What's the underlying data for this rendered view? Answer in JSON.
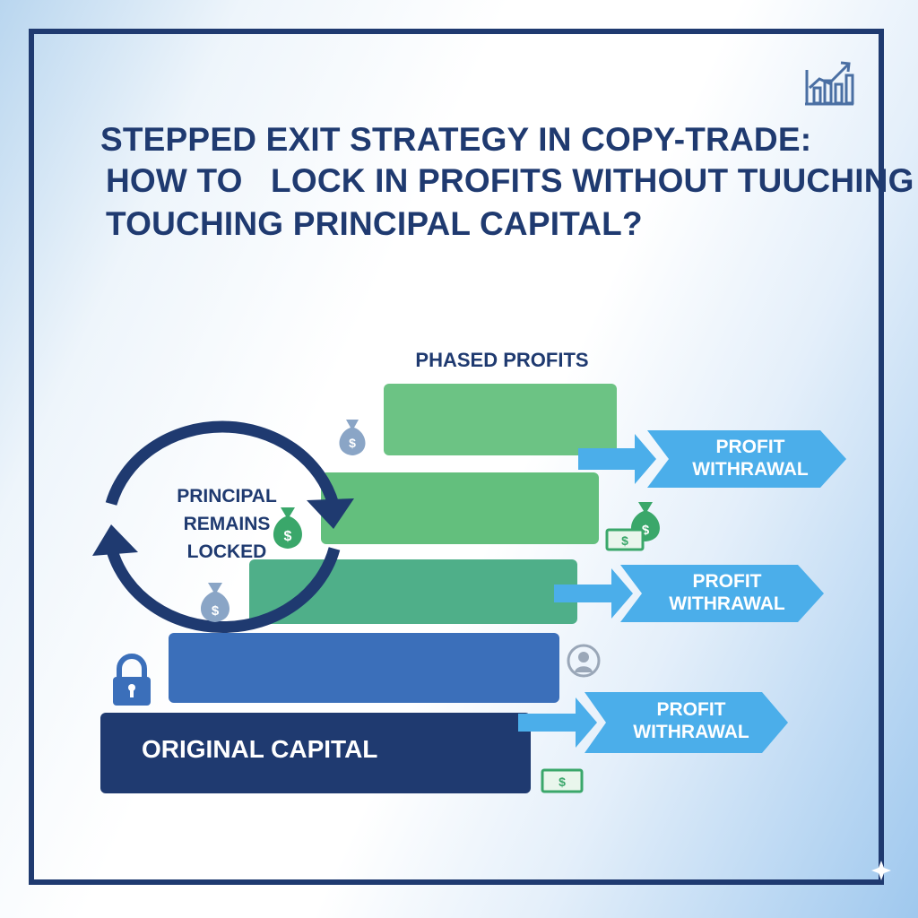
{
  "title": {
    "line1": "STEPPED EXIT STRATEGY IN COPY-TRADE:",
    "line2": "HOW TO   LOCK IN PROFITS WITHOUT TUUCHING",
    "line3": "TOUCHING PRINCIPAL CAPITAL?"
  },
  "diagram": {
    "phased_profits_label": "PHASED PROFITS",
    "principal_label": "PRINCIPAL\nREMAINS\nLOCKED",
    "original_capital_label": "ORIGINAL CAPITAL",
    "withdrawals": [
      {
        "label": "PROFIT\nWITHRAWAL"
      },
      {
        "label": "PROFIT\nWITHRAWAL"
      },
      {
        "label": "PROFIT\nWITHRAWAL"
      }
    ]
  },
  "icons": {
    "chart": "bar-chart-growth-icon",
    "lock": "padlock-icon",
    "money_bag": "money-bag-icon",
    "cash": "cash-bill-icon",
    "person": "person-icon",
    "cycle": "cycle-arrows-icon"
  },
  "colors": {
    "navy": "#1f3a70",
    "royal_blue": "#3b6fba",
    "teal_green": "#4fae8a",
    "green": "#65c07e",
    "sky_blue": "#4baeea"
  }
}
